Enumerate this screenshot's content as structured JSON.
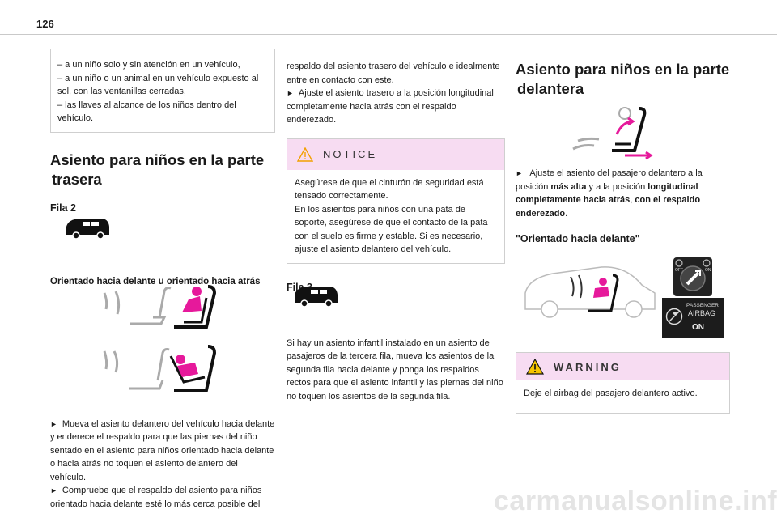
{
  "page_number": "126",
  "col1": {
    "bullets": [
      "–  a un niño solo y sin atención en un vehículo,",
      "–  a un niño o un animal en un vehículo expuesto al sol, con las ventanillas cerradas,",
      "–  las llaves al alcance de los niños dentro del vehículo."
    ],
    "heading_line1": "Asiento para niños en la parte",
    "heading_line2": "trasera",
    "row2_label": "Fila 2",
    "orient_label": "Orientado hacia delante u orientado hacia atrás",
    "steps": [
      "Mueva el asiento delantero del vehículo hacia delante y enderece el respaldo para que las piernas del niño sentado en el asiento para niños orientado hacia delante o hacia atrás no toquen el asiento delantero del vehículo.",
      "Compruebe que el respaldo del asiento para niños orientado hacia delante esté lo más cerca posible del"
    ]
  },
  "col2": {
    "continued_text": "respaldo del asiento trasero del vehículo e idealmente entre en contacto con este.",
    "step": "Ajuste el asiento trasero a la posición longitudinal completamente hacia atrás con el respaldo enderezado.",
    "notice": {
      "title": "NOTICE",
      "body": "Asegúrese de que el cinturón de seguridad está tensado correctamente.\nEn los asientos para niños con una pata de soporte, asegúrese de que el contacto de la pata con el suelo es firme y estable. Si es necesario, ajuste el asiento delantero del vehículo."
    },
    "row3_label": "Fila 3",
    "row3_text": "Si hay un asiento infantil instalado en un asiento de pasajeros de la tercera fila, mueva los asientos de la segunda fila hacia delante y ponga los respaldos rectos para que el asiento infantil y las piernas del niño no toquen los asientos de la segunda fila."
  },
  "col3": {
    "heading_line1": "Asiento para niños en la parte",
    "heading_line2": "delantera",
    "step_parts": {
      "t1": "Ajuste el asiento del pasajero delantero a la posición ",
      "b1": "más alta",
      "t2": " y a la posición ",
      "b2": "longitudinal completamente hacia atrás",
      "t3": ", ",
      "b3": "con el respaldo enderezado",
      "t4": "."
    },
    "forward_label": "\"Orientado hacia delante\"",
    "airbag": {
      "line1": "PASSENGER",
      "line2": "AIRBAG",
      "state": "ON"
    },
    "switch": {
      "off": "OFF",
      "on": "ON"
    },
    "warning": {
      "title": "WARNING",
      "body": "Deje el airbag del pasajero delantero activo."
    }
  },
  "colors": {
    "accent": "#e6199b",
    "notice_bg": "#f7dcf2",
    "warning_yellow": "#f5c400"
  },
  "watermark": "carmanualsonline.info"
}
